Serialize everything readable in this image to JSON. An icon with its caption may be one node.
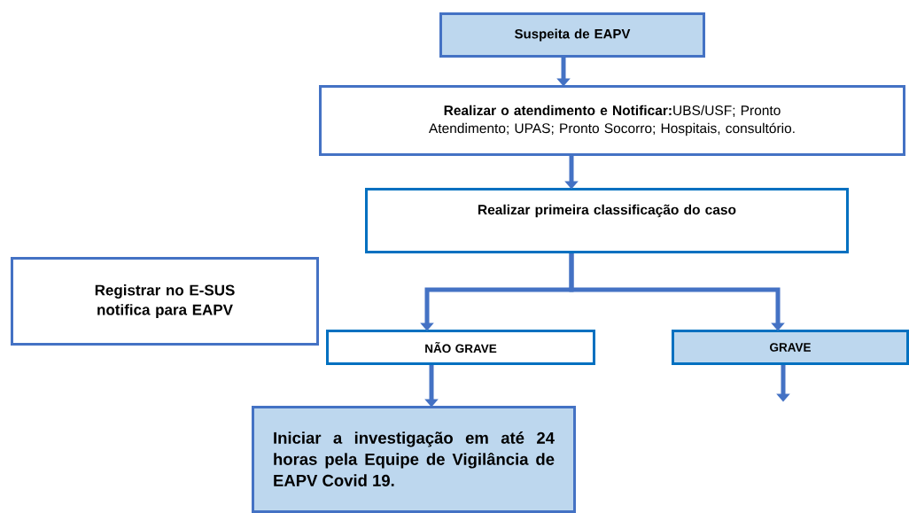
{
  "diagram": {
    "nodes": [
      {
        "text": [
          "Suspeita de EAPV"
        ]
      },
      {
        "text": [
          "**Realizar o atendimento e Notificar:**UBS/USF; Pronto Atendimento; UPAS; Pronto Socorro; Hospitais, consultório."
        ]
      },
      {
        "text": [
          "Realizar primeira classificação do caso"
        ]
      },
      {
        "text": [
          "Registrar no E-SUS notifica para EAPV"
        ]
      },
      {
        "text": [
          "NÃO GRAVE"
        ]
      },
      {
        "text": [
          "GRAVE"
        ]
      },
      {
        "text": [
          "Iniciar a investigação em até 24 horas pela Equipe de Vigilância de EAPV Covid 19."
        ]
      }
    ],
    "edges": [
      {
        "from": 0,
        "to": 1,
        "arrow": "to"
      },
      {
        "from": 1,
        "to": 2,
        "arrow": "to"
      },
      {
        "from": 2,
        "to": 4,
        "arrow": "to"
      },
      {
        "from": 2,
        "to": 5,
        "arrow": "to"
      },
      {
        "from": 4,
        "to": 6,
        "arrow": "to"
      },
      {
        "from": 5,
        "to": null,
        "arrow": "to"
      }
    ]
  }
}
